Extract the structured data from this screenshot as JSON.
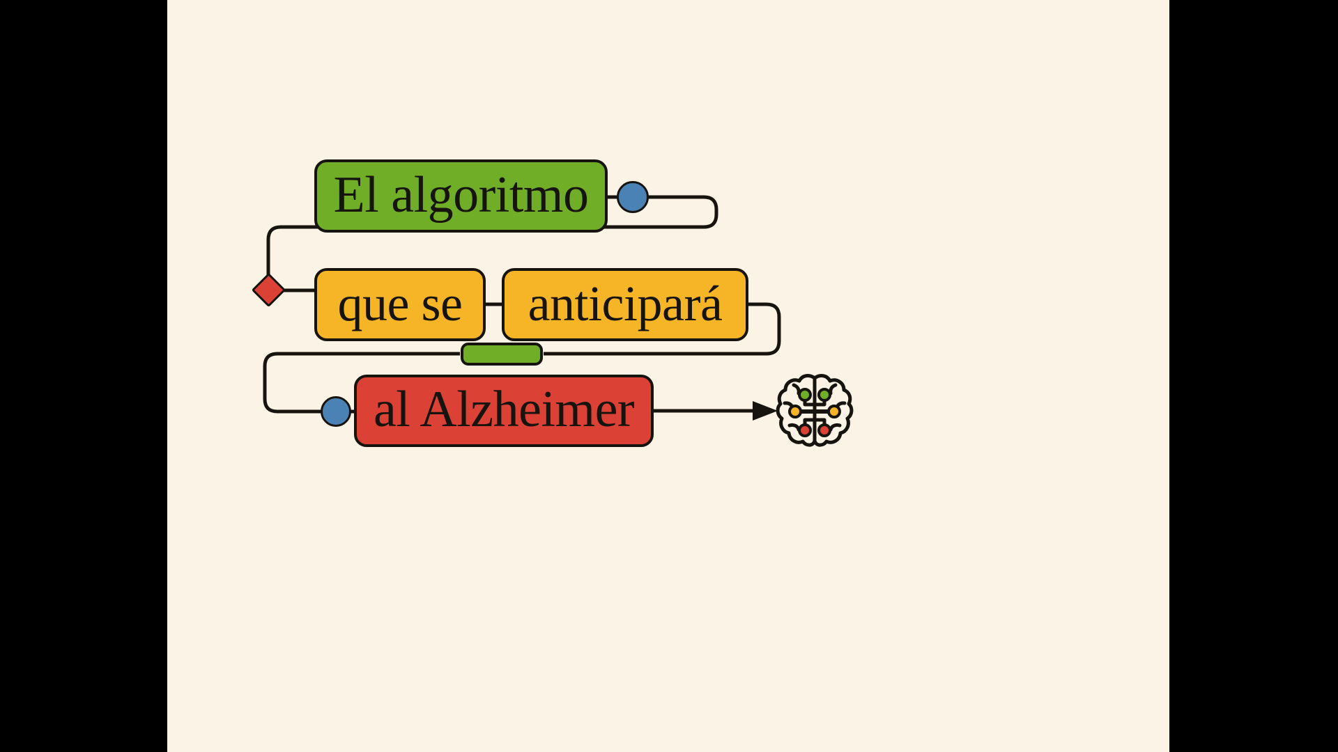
{
  "canvas": {
    "background_color": "#FCF3E7",
    "letterbox_color": "#000000",
    "stroke_color": "#17140F"
  },
  "diagram": {
    "type": "flow-diagram",
    "title_phrase": "El algoritmo que se anticipará al Alzheimer",
    "nodes": [
      {
        "id": "algoritmo",
        "label": "El algoritmo",
        "shape": "rounded-rect",
        "fill": "#6FAE26",
        "order": 1
      },
      {
        "id": "que-se",
        "label": "que se",
        "shape": "rounded-rect",
        "fill": "#F6B527",
        "order": 2
      },
      {
        "id": "anticipara",
        "label": "anticipará",
        "shape": "rounded-rect",
        "fill": "#F6B527",
        "order": 3
      },
      {
        "id": "alzheimer",
        "label": "al Alzheimer",
        "shape": "rounded-rect",
        "fill": "#DC4136",
        "order": 4
      }
    ],
    "connectors": [
      {
        "id": "dot-top",
        "shape": "circle",
        "fill": "#4A82B5",
        "label": ""
      },
      {
        "id": "diamond",
        "shape": "diamond",
        "fill": "#DC4136",
        "label": ""
      },
      {
        "id": "chip-green",
        "shape": "rounded-rect-small",
        "fill": "#6FAE26",
        "label": ""
      },
      {
        "id": "dot-bottom",
        "shape": "circle",
        "fill": "#4A82B5",
        "label": ""
      }
    ],
    "terminal": {
      "id": "brain",
      "icon": "brain-icon",
      "label": "",
      "node_colors": [
        "#6FAE26",
        "#F6B527",
        "#DC4136"
      ]
    },
    "edges": [
      {
        "from": "algoritmo",
        "to": "que-se",
        "via": "dot-top then diamond"
      },
      {
        "from": "que-se",
        "to": "anticipara",
        "via": "direct"
      },
      {
        "from": "anticipara",
        "to": "alzheimer",
        "via": "chip-green then dot-bottom"
      },
      {
        "from": "alzheimer",
        "to": "brain",
        "via": "arrow"
      }
    ]
  }
}
